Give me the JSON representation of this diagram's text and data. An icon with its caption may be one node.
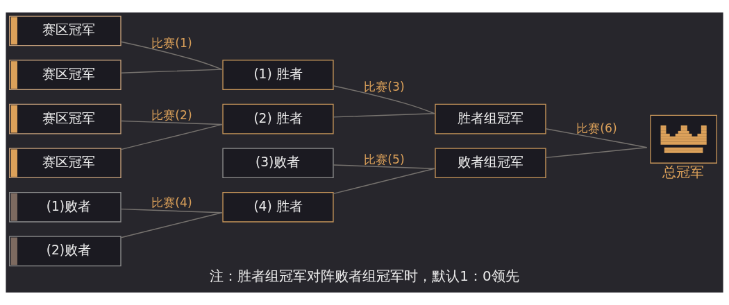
{
  "diagram": {
    "caption": "注：胜者组冠军对阵败者组冠军时，默认1：0领先",
    "nodes": [
      {
        "text": [
          "赛区冠军"
        ]
      },
      {
        "text": [
          "赛区冠军"
        ]
      },
      {
        "text": [
          "赛区冠军"
        ]
      },
      {
        "text": [
          "赛区冠军"
        ]
      },
      {
        "text": [
          "(1)败者"
        ]
      },
      {
        "text": [
          "(2)败者"
        ]
      },
      {
        "text": [
          "(1) 胜者"
        ]
      },
      {
        "text": [
          "(2) 胜者"
        ]
      },
      {
        "text": [
          "(3)败者"
        ]
      },
      {
        "text": [
          "(4) 胜者"
        ]
      },
      {
        "text": [
          "胜者组冠军"
        ]
      },
      {
        "text": [
          "败者组冠军"
        ]
      },
      {
        "text": [
          "总冠军"
        ]
      }
    ],
    "edges": [
      {
        "from": 0,
        "to": 6,
        "arrow": "none",
        "label": "比赛(1)"
      },
      {
        "from": 1,
        "to": 6,
        "arrow": "none"
      },
      {
        "from": 2,
        "to": 7,
        "arrow": "none",
        "label": "比赛(2)"
      },
      {
        "from": 3,
        "to": 7,
        "arrow": "none"
      },
      {
        "from": 4,
        "to": 9,
        "arrow": "none",
        "label": "比赛(4)"
      },
      {
        "from": 5,
        "to": 9,
        "arrow": "none"
      },
      {
        "from": 6,
        "to": 10,
        "arrow": "none",
        "label": "比赛(3)"
      },
      {
        "from": 7,
        "to": 10,
        "arrow": "none"
      },
      {
        "from": 8,
        "to": 11,
        "arrow": "none",
        "label": "比赛(5)"
      },
      {
        "from": 9,
        "to": 11,
        "arrow": "none"
      },
      {
        "from": 10,
        "to": 12,
        "arrow": "none",
        "label": "比赛(6)"
      },
      {
        "from": 11,
        "to": 12,
        "arrow": "none"
      }
    ]
  }
}
